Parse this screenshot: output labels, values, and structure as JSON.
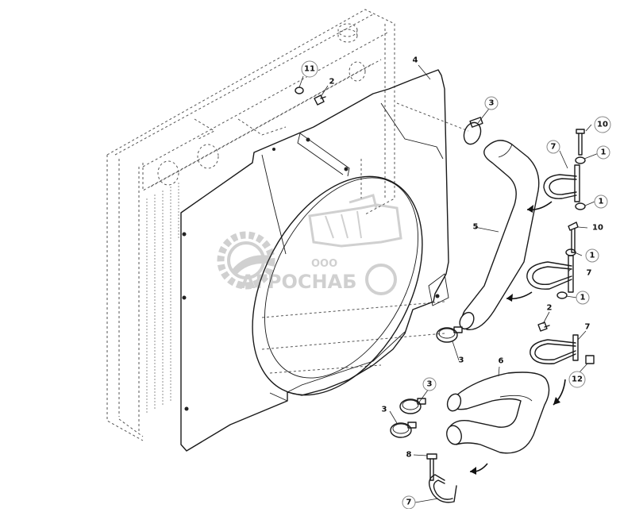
{
  "callouts": [
    {
      "label": "1",
      "circled": true
    },
    {
      "label": "1",
      "circled": true
    },
    {
      "label": "1",
      "circled": true
    },
    {
      "label": "1",
      "circled": true
    },
    {
      "label": "2",
      "circled": false
    },
    {
      "label": "2",
      "circled": false
    },
    {
      "label": "3",
      "circled": true
    },
    {
      "label": "3",
      "circled": false
    },
    {
      "label": "3",
      "circled": true
    },
    {
      "label": "3",
      "circled": false
    },
    {
      "label": "4",
      "circled": false
    },
    {
      "label": "5",
      "circled": false
    },
    {
      "label": "6",
      "circled": false
    },
    {
      "label": "7",
      "circled": true
    },
    {
      "label": "7",
      "circled": false
    },
    {
      "label": "7",
      "circled": false
    },
    {
      "label": "7",
      "circled": true
    },
    {
      "label": "8",
      "circled": false
    },
    {
      "label": "10",
      "circled": true
    },
    {
      "label": "10",
      "circled": false
    },
    {
      "label": "11",
      "circled": true
    },
    {
      "label": "12",
      "circled": true
    }
  ],
  "watermark": {
    "prefix": "ООО",
    "name": "АГРОСНАБ"
  }
}
